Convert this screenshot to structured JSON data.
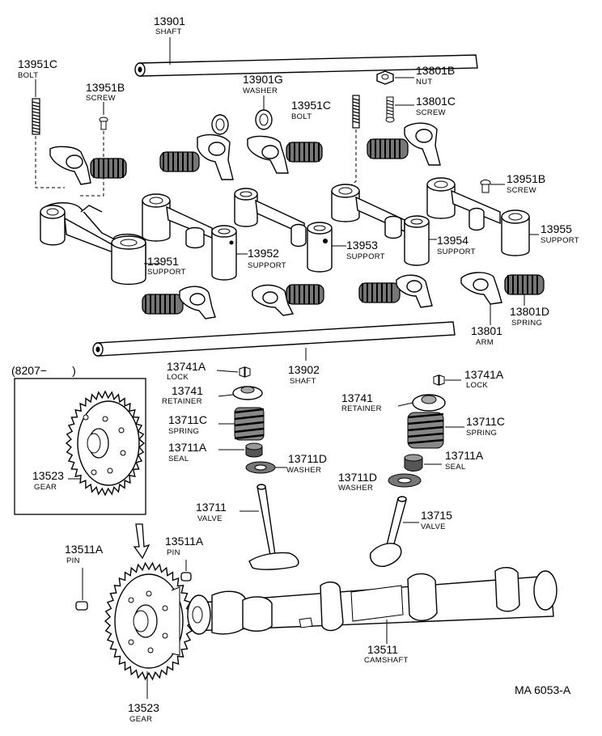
{
  "callouts": {
    "c13901": {
      "num": "13901",
      "name": "SHAFT"
    },
    "c13951c_l": {
      "num": "13951C",
      "name": "BOLT"
    },
    "c13951b_l": {
      "num": "13951B",
      "name": "SCREW"
    },
    "c13901g": {
      "num": "13901G",
      "name": "WASHER"
    },
    "c13951c_m": {
      "num": "13951C",
      "name": "BOLT"
    },
    "c13801b": {
      "num": "13801B",
      "name": "NUT"
    },
    "c13801c": {
      "num": "13801C",
      "name": "SCREW"
    },
    "c13951b_r": {
      "num": "13951B",
      "name": "SCREW"
    },
    "c13955": {
      "num": "13955",
      "name": "SUPPORT"
    },
    "c13951": {
      "num": "13951",
      "name": "SUPPORT"
    },
    "c13952": {
      "num": "13952",
      "name": "SUPPORT"
    },
    "c13953": {
      "num": "13953",
      "name": "SUPPORT"
    },
    "c13954": {
      "num": "13954",
      "name": "SUPPORT"
    },
    "c13801d": {
      "num": "13801D",
      "name": "SPRING"
    },
    "c13801": {
      "num": "13801",
      "name": "ARM"
    },
    "c13902": {
      "num": "13902",
      "name": "SHAFT"
    },
    "c13741a_l": {
      "num": "13741A",
      "name": "LOCK"
    },
    "c13741_l": {
      "num": "13741",
      "name": "RETAINER"
    },
    "c13711c_l": {
      "num": "13711C",
      "name": "SPRING"
    },
    "c13711a_l": {
      "num": "13711A",
      "name": "SEAL"
    },
    "c13711d_l": {
      "num": "13711D",
      "name": "WASHER"
    },
    "c13711": {
      "num": "13711",
      "name": "VALVE"
    },
    "c13741a_r": {
      "num": "13741A",
      "name": "LOCK"
    },
    "c13741_r": {
      "num": "13741",
      "name": "RETAINER"
    },
    "c13711c_r": {
      "num": "13711C",
      "name": "SPRING"
    },
    "c13711a_r": {
      "num": "13711A",
      "name": "SEAL"
    },
    "c13711d_r": {
      "num": "13711D",
      "name": "WASHER"
    },
    "c13715": {
      "num": "13715",
      "name": "VALVE"
    },
    "c13523_box": {
      "num": "13523",
      "name": "GEAR"
    },
    "c13511a_l": {
      "num": "13511A",
      "name": "PIN"
    },
    "c13511a_r": {
      "num": "13511A",
      "name": "PIN"
    },
    "c13511": {
      "num": "13511",
      "name": "CAMSHAFT"
    },
    "c13523_b": {
      "num": "13523",
      "name": "GEAR"
    }
  },
  "inset_label": "(8207−        )",
  "drawing_code": "MA 6053-A"
}
